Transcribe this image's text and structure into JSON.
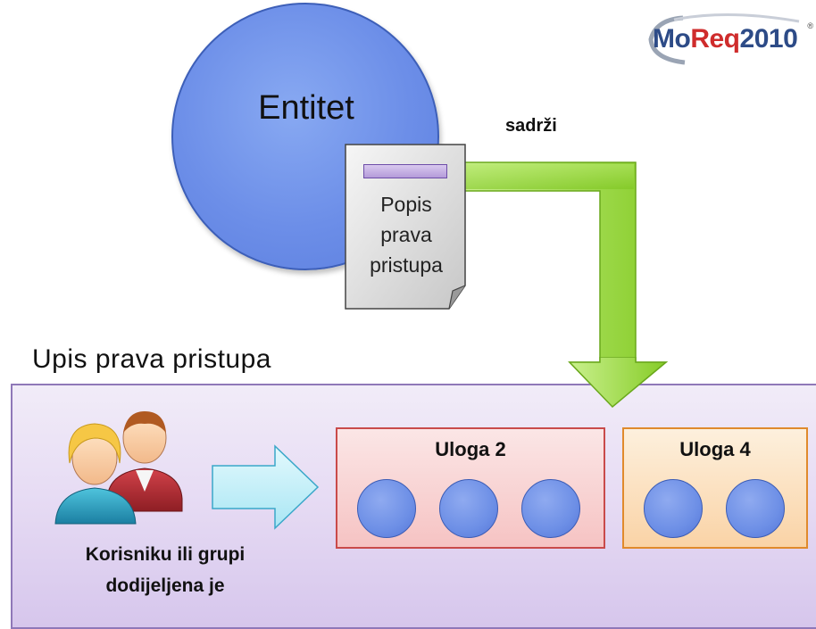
{
  "logo": {
    "prefix": "Mo",
    "highlight": "Req",
    "suffix": "2010",
    "mark": "®"
  },
  "entity": {
    "label": "Entitet"
  },
  "relation": {
    "label": "sadrži"
  },
  "document": {
    "lines": [
      "Popis",
      "prava",
      "pristupa"
    ]
  },
  "panel": {
    "title": "Upis prava pristupa"
  },
  "subjects": {
    "caption_lines": [
      "Korisniku ili grupi",
      "dodijeljena je"
    ]
  },
  "roles": [
    {
      "name": "Uloga 2",
      "members": 3
    },
    {
      "name": "Uloga 4",
      "members": 2
    }
  ],
  "colors": {
    "entity": "#6c8ee8",
    "green_arrow": "#8ed42e",
    "cyan_arrow": "#bfeff8",
    "role_2_border": "#c94a4a",
    "role_4_border": "#e08a2c",
    "panel": "#e7dcf4"
  }
}
